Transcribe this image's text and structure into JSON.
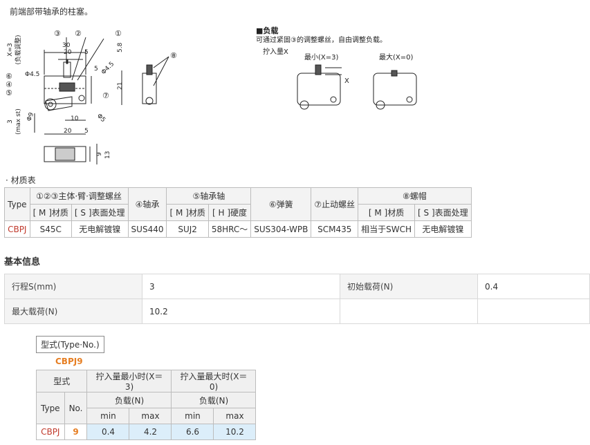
{
  "intro_text": "前端部带轴承的柱塞。",
  "drawing": {
    "side_label_top": "X=3",
    "side_label_top_sub": "(负载调整)",
    "side_label_bottom": "3",
    "side_label_bottom_sub": "(max st)",
    "dims": [
      "30",
      "20",
      "5",
      "5.8",
      "Φ4.5",
      "Φ4.5",
      "5",
      "21",
      "10",
      "Φ9",
      "Φ5",
      "20",
      "5",
      "9",
      "13"
    ],
    "callouts": [
      "①",
      "②",
      "③",
      "④",
      "⑤",
      "⑥",
      "⑦",
      "⑧"
    ],
    "load_title": "■负载",
    "load_desc": "可通过紧固③的调整螺丝，自由调整负载。",
    "screw_in_label": "拧入量X",
    "min_label": "最小(X=3)",
    "max_label": "最大(X=0)",
    "x_mark": "X"
  },
  "material_title": "· 材质表",
  "material_table": {
    "type_header": "Type",
    "body_header": "①②③主体·臂·调整螺丝",
    "bearing_header": "④轴承",
    "shaft_header": "⑤轴承轴",
    "spring_header": "⑥弹簧",
    "stop_screw_header": "⑦止动螺丝",
    "cap_header": "⑧螺帽",
    "sub_m_material": "[ M ]材质",
    "sub_s_surface": "[ S ]表面处理",
    "sub_h_hardness": "[ H ]硬度",
    "row": {
      "type": "CBPJ",
      "body_material": "S45C",
      "body_surface": "无电解镀镍",
      "bearing": "SUS440",
      "shaft_material": "SUJ2",
      "shaft_hardness": "58HRC～",
      "spring": "SUS304-WPB",
      "stop_screw": "SCM435",
      "cap_material": "相当于SWCH",
      "cap_surface": "无电解镀镍"
    }
  },
  "basic_info": {
    "title": "基本信息",
    "stroke_label": "行程S(mm)",
    "stroke_value": "3",
    "initial_load_label": "初始载荷(N)",
    "initial_load_value": "0.4",
    "max_load_label": "最大载荷(N)",
    "max_load_value": "10.2"
  },
  "type_no_label": "型式(Type·No.)",
  "model_code": "CBPJ9",
  "spec_table": {
    "model_header": "型式",
    "min_header": "拧入量最小时(X＝3)",
    "max_header": "拧入量最大时(X＝0)",
    "type_header": "Type",
    "no_header": "No.",
    "load_header_1": "负载(N)",
    "load_header_2": "负载(N)",
    "min_1": "min",
    "max_1": "max",
    "min_2": "min",
    "max_2": "max",
    "row": {
      "type": "CBPJ",
      "no": "9",
      "v1": "0.4",
      "v2": "4.2",
      "v3": "6.6",
      "v4": "10.2"
    }
  }
}
